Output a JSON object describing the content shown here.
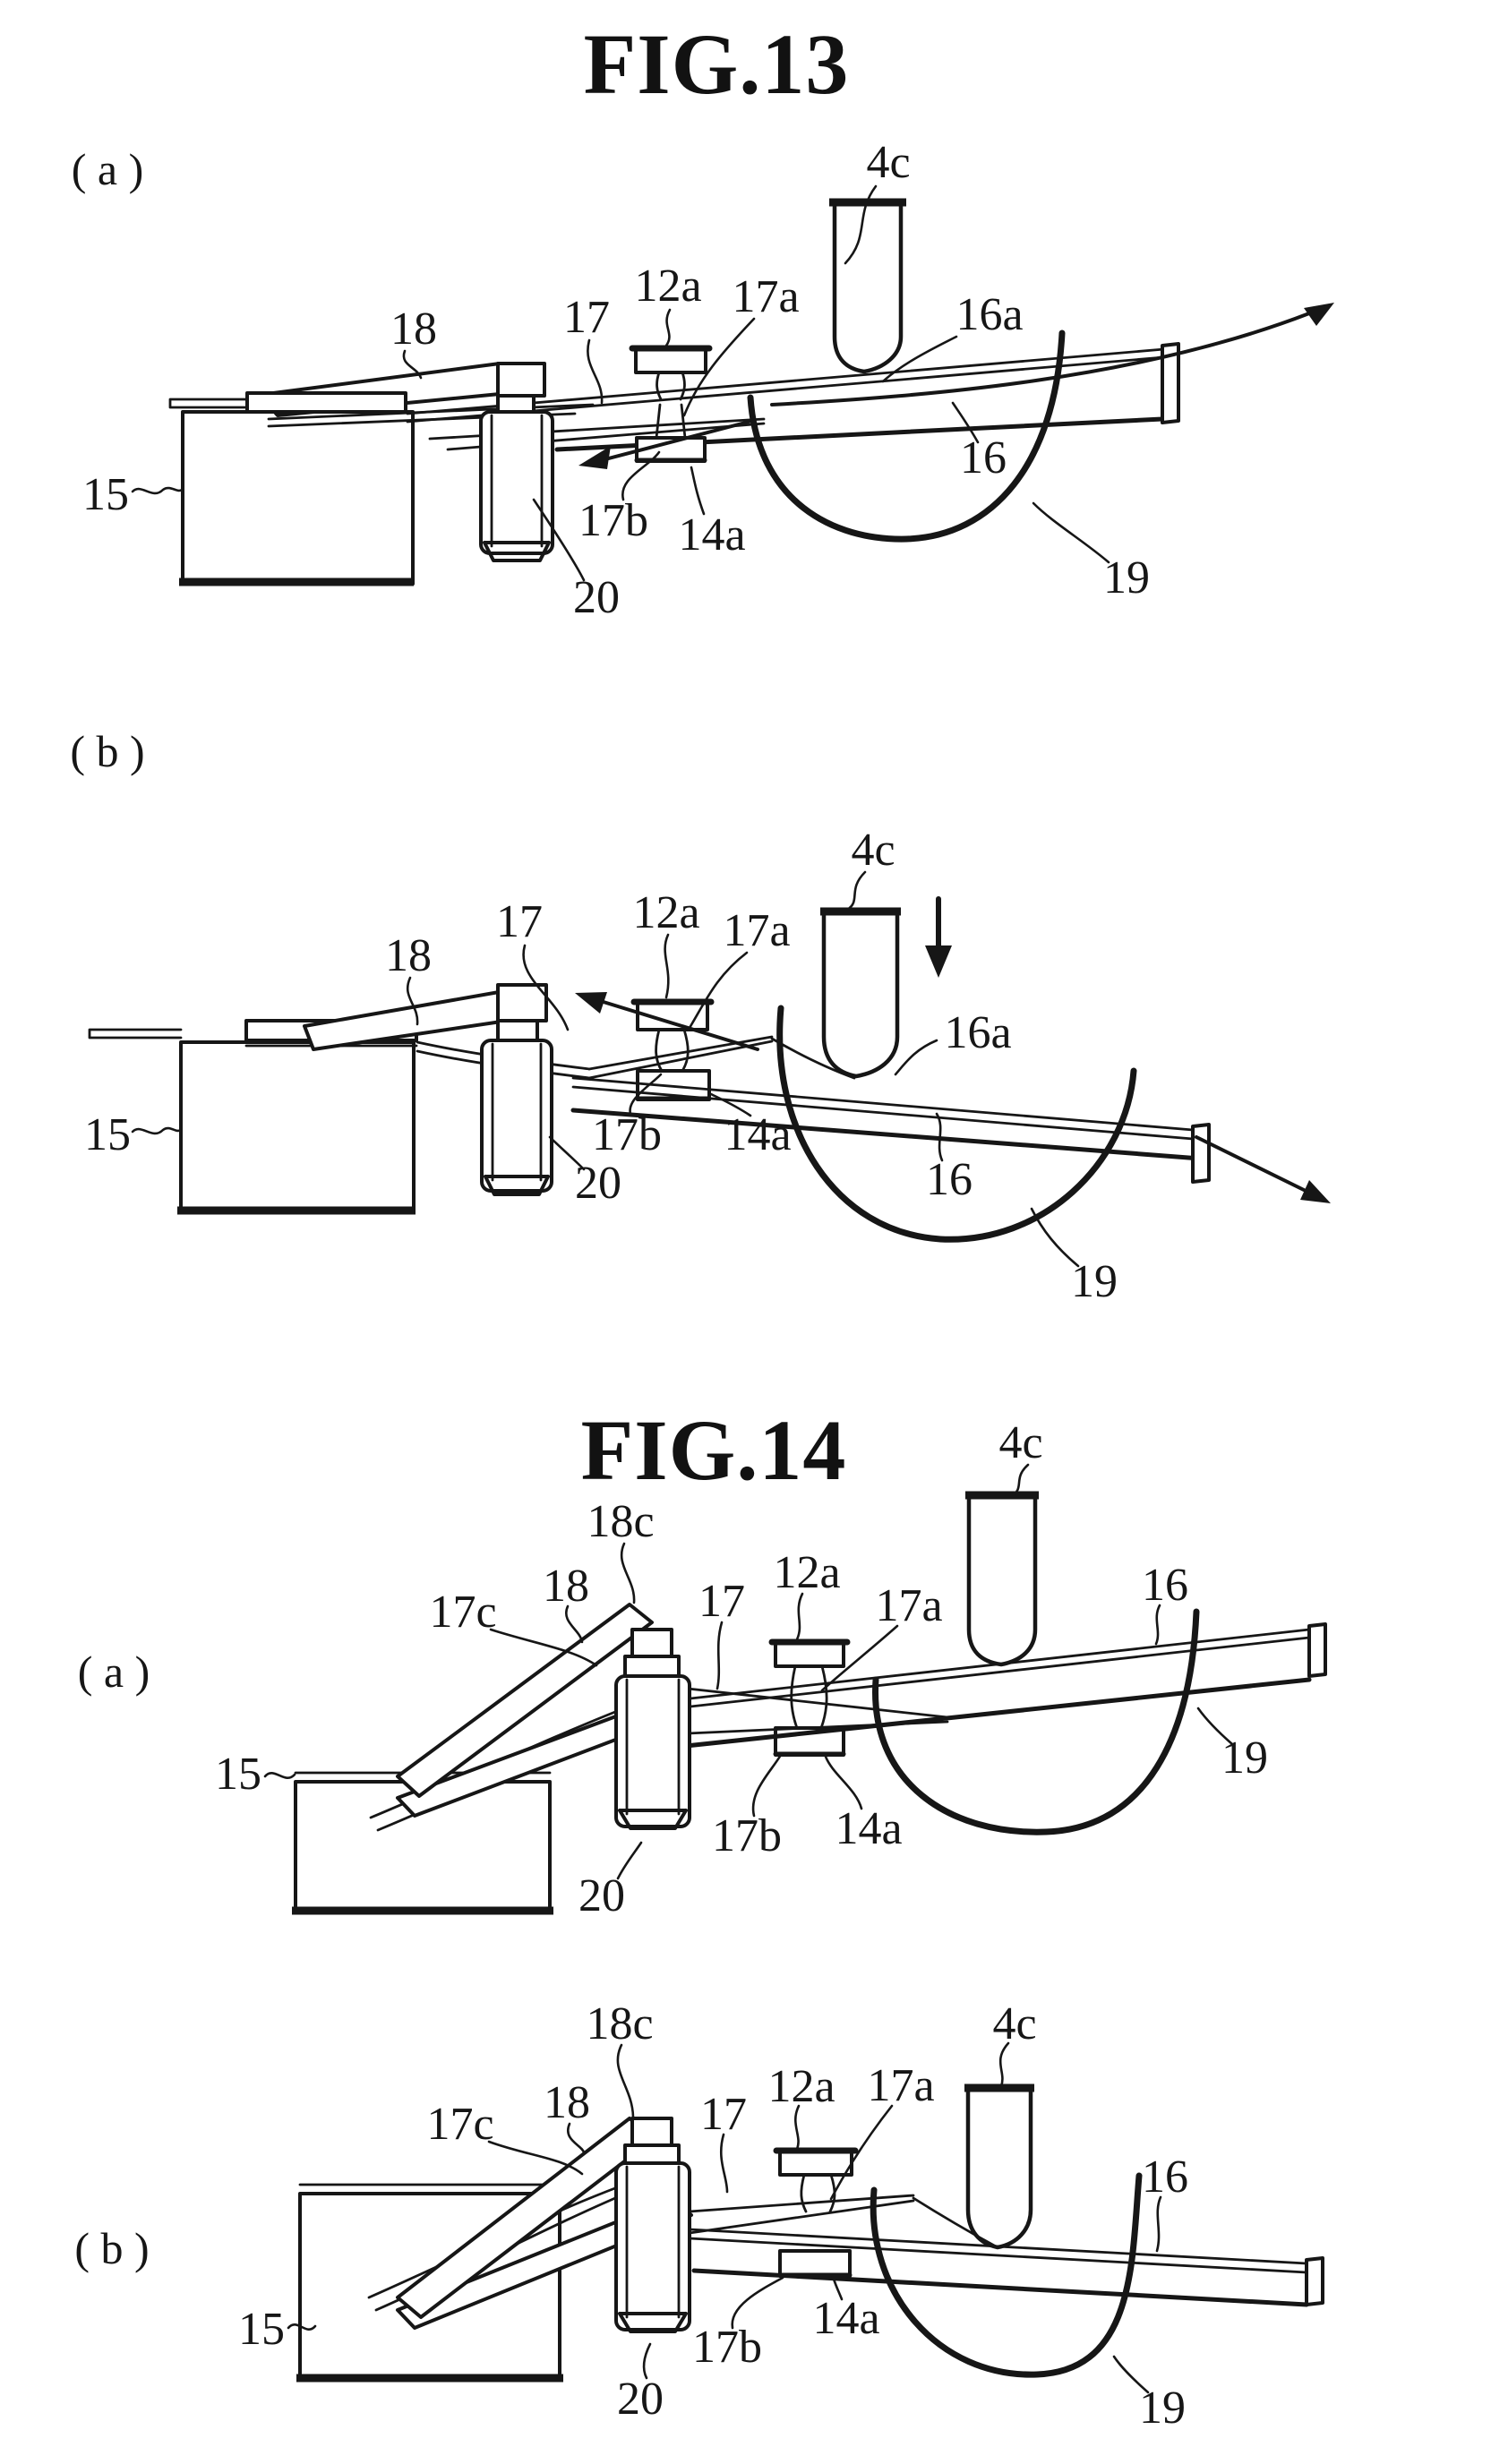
{
  "sheet": {
    "background": "#ffffff",
    "ink": "#161616"
  },
  "fig13": {
    "title": "FIG.13",
    "a": {
      "tag": "( a )",
      "labels": {
        "4c": "4c",
        "12a": "12a",
        "17a": "17a",
        "16a": "16a",
        "18": "18",
        "17": "17",
        "16": "16",
        "15": "15",
        "17b": "17b",
        "14a": "14a",
        "20": "20",
        "19": "19"
      }
    },
    "b": {
      "tag": "( b )",
      "labels": {
        "4c": "4c",
        "12a": "12a",
        "17a": "17a",
        "16a": "16a",
        "18": "18",
        "17": "17",
        "16": "16",
        "15": "15",
        "17b": "17b",
        "14a": "14a",
        "20": "20",
        "19": "19"
      }
    }
  },
  "fig14": {
    "title": "FIG.14",
    "a": {
      "tag": "( a )",
      "labels": {
        "4c": "4c",
        "18c": "18c",
        "18": "18",
        "17c": "17c",
        "17": "17",
        "12a": "12a",
        "17a": "17a",
        "16": "16",
        "15": "15",
        "20": "20",
        "17b": "17b",
        "14a": "14a",
        "19": "19"
      }
    },
    "b": {
      "tag": "( b )",
      "labels": {
        "4c": "4c",
        "18c": "18c",
        "18": "18",
        "17c": "17c",
        "17": "17",
        "12a": "12a",
        "17a": "17a",
        "16": "16",
        "15": "15",
        "20": "20",
        "17b": "17b",
        "14a": "14a",
        "19": "19"
      }
    }
  }
}
